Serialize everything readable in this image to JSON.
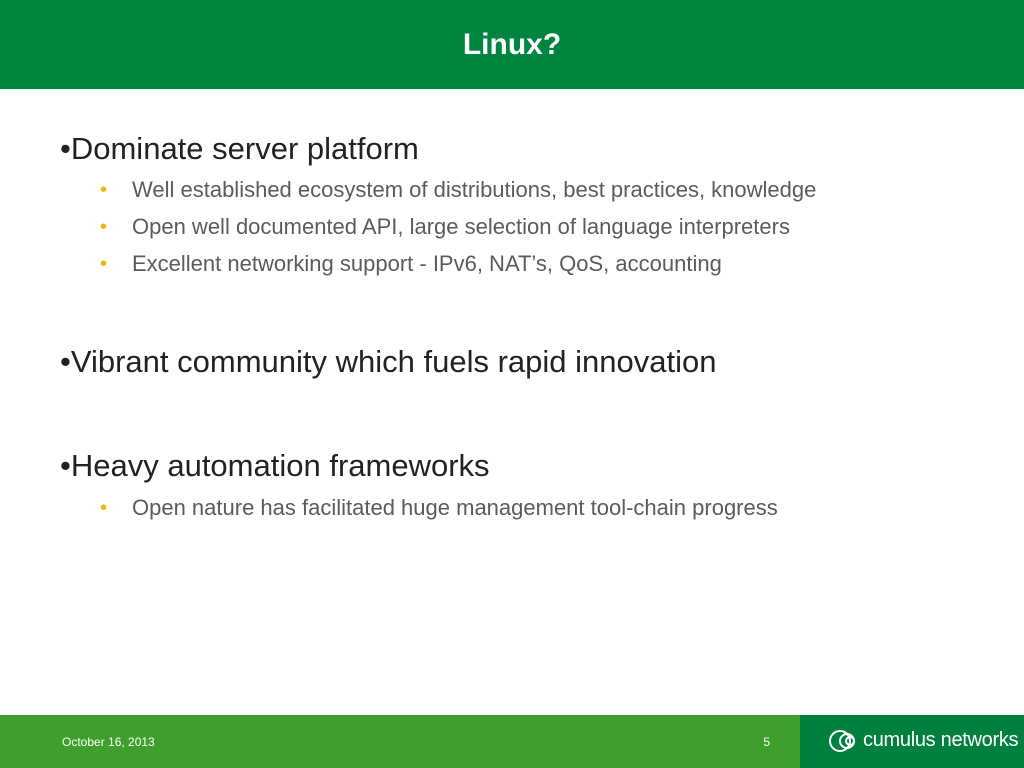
{
  "slide": {
    "title": "Linux?",
    "bullets": [
      {
        "marker": "•",
        "text": "Dominate server platform",
        "sub": [
          {
            "marker": "•",
            "text": "Well established ecosystem of distributions, best practices, knowledge"
          },
          {
            "marker": "•",
            "text": "Open well documented API, large selection of language interpreters"
          },
          {
            "marker": "•",
            "text": "Excellent networking support - IPv6, NAT’s, QoS, accounting"
          }
        ]
      },
      {
        "marker": "•",
        "text": "Vibrant community which fuels rapid innovation",
        "sub": []
      },
      {
        "marker": "•",
        "text": "Heavy automation frameworks",
        "sub": [
          {
            "marker": "•",
            "text": "Open nature has facilitated huge management tool-chain progress"
          }
        ]
      }
    ]
  },
  "footer": {
    "date": "October 16, 2013",
    "page_number": "5",
    "logo_text": "cumulus networks"
  },
  "colors": {
    "header_green": "#008540",
    "footer_green": "#3e9f2d",
    "logo_green": "#00803f",
    "sub_bullet": "#f2b705",
    "body_text": "#222222",
    "sub_text": "#5b5b5b"
  },
  "icons": {
    "logo": "cumulus-logo-icon"
  }
}
